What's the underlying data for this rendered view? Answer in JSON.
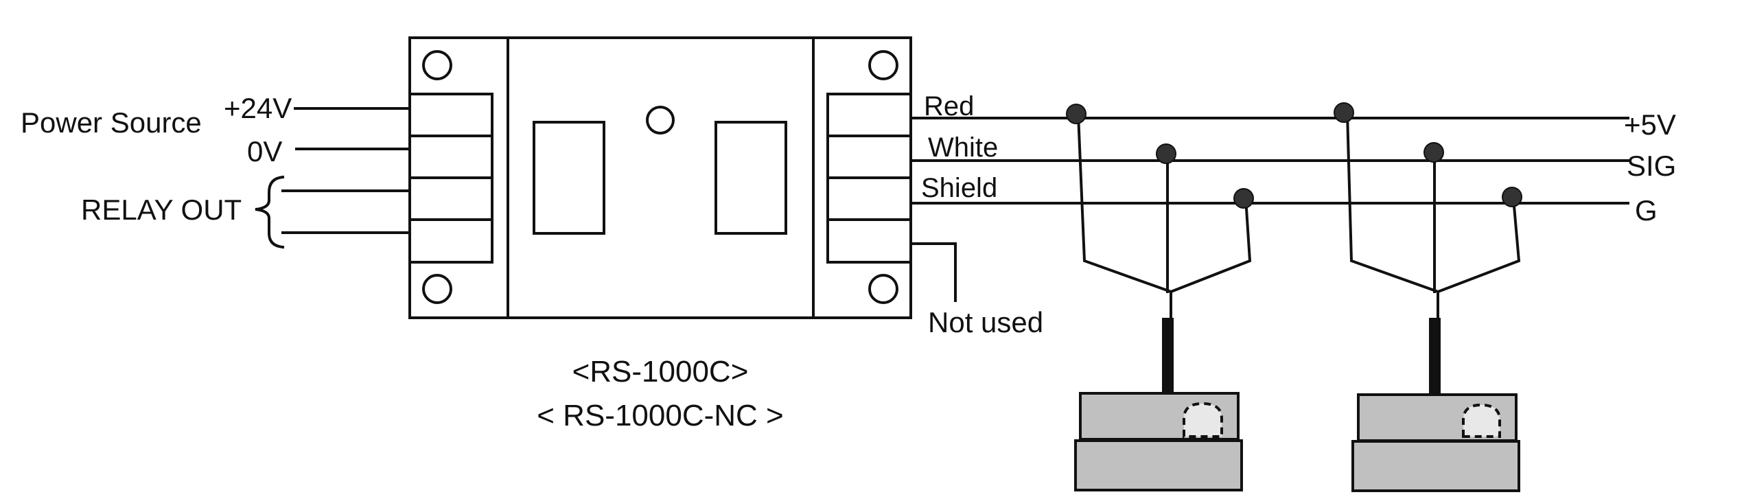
{
  "labels": {
    "power_source": "Power Source",
    "plus24v": "+24V",
    "zero_v": "0V",
    "relay_out": "RELAY OUT",
    "red": "Red",
    "white": "White",
    "shield": "Shield",
    "not_used": "Not used",
    "plus5v": "+5V",
    "sig": "SIG",
    "g": "G",
    "model_1": "<RS-1000C>",
    "model_2": "< RS-1000C-NC >"
  },
  "colors": {
    "line": "#111111",
    "sensor_body": "#c0c0c0",
    "sensor_window": "#e8e8e8"
  }
}
